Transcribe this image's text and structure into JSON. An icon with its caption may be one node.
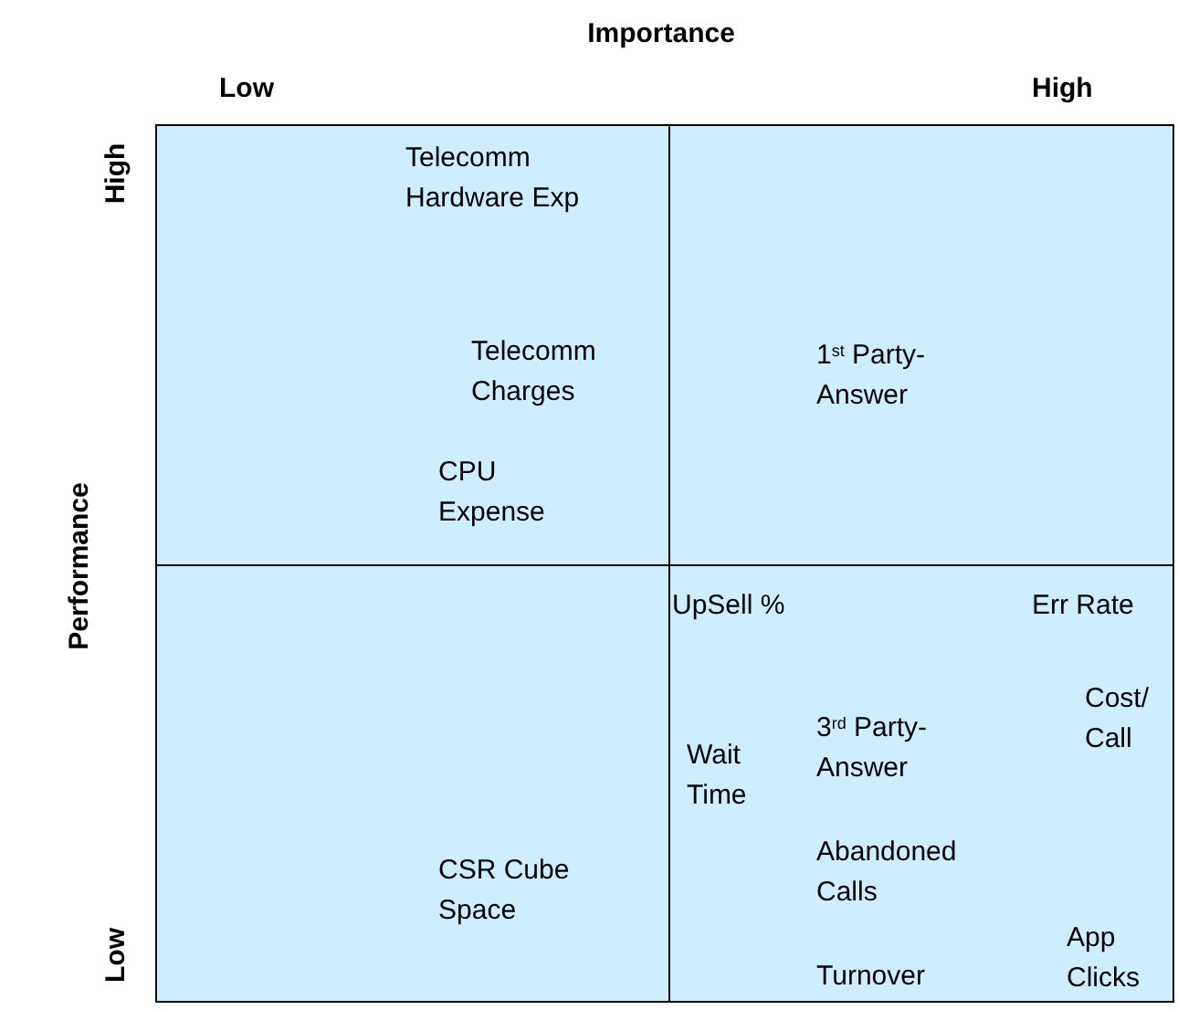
{
  "diagram": {
    "labels": [
      "Importance",
      "Low",
      "High",
      "Performance",
      "High",
      "Low",
      "Telecomm Hardware Exp",
      "Telecomm Charges",
      "CPU Expense",
      "1$^{st}$ Party-Answer",
      "UpSell %",
      "Err Rate",
      "Cost/ Call",
      "Wait Time",
      "3$^{rd}$ Party-Answer",
      "Abandoned Calls",
      "CSR Cube Space",
      "App Clicks",
      "Turnover"
    ]
  }
}
